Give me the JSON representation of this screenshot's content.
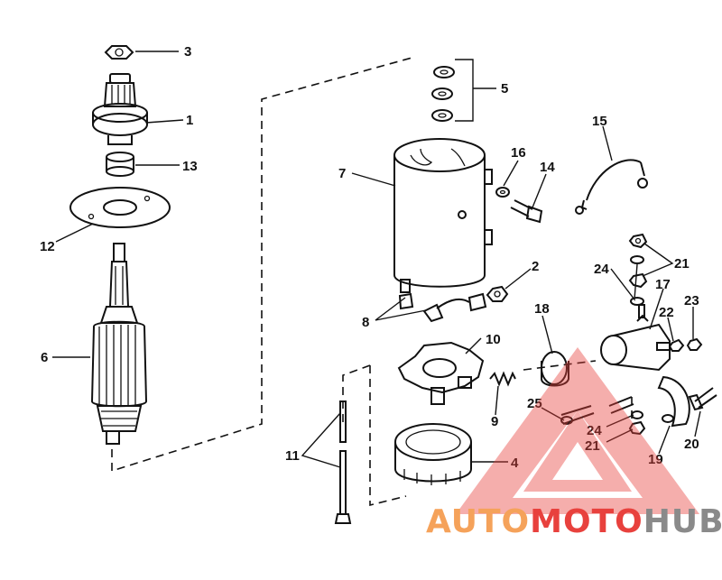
{
  "callouts": {
    "c1": "1",
    "c2": "2",
    "c3": "3",
    "c4": "4",
    "c5": "5",
    "c6": "6",
    "c7": "7",
    "c8": "8",
    "c9": "9",
    "c10": "10",
    "c11": "11",
    "c12": "12",
    "c13": "13",
    "c14": "14",
    "c15": "15",
    "c16": "16",
    "c17": "17",
    "c18": "18",
    "c19": "19",
    "c20": "20",
    "c21a": "21",
    "c21b": "21",
    "c22": "22",
    "c23": "23",
    "c24a": "24",
    "c24b": "24",
    "c25": "25"
  },
  "watermark": {
    "part1": "AUTO",
    "part2": "MOTO",
    "part3": "HUB",
    "color_orange": "#f5a25a",
    "color_red": "#e8413d",
    "color_grey": "#8a8a8a"
  }
}
